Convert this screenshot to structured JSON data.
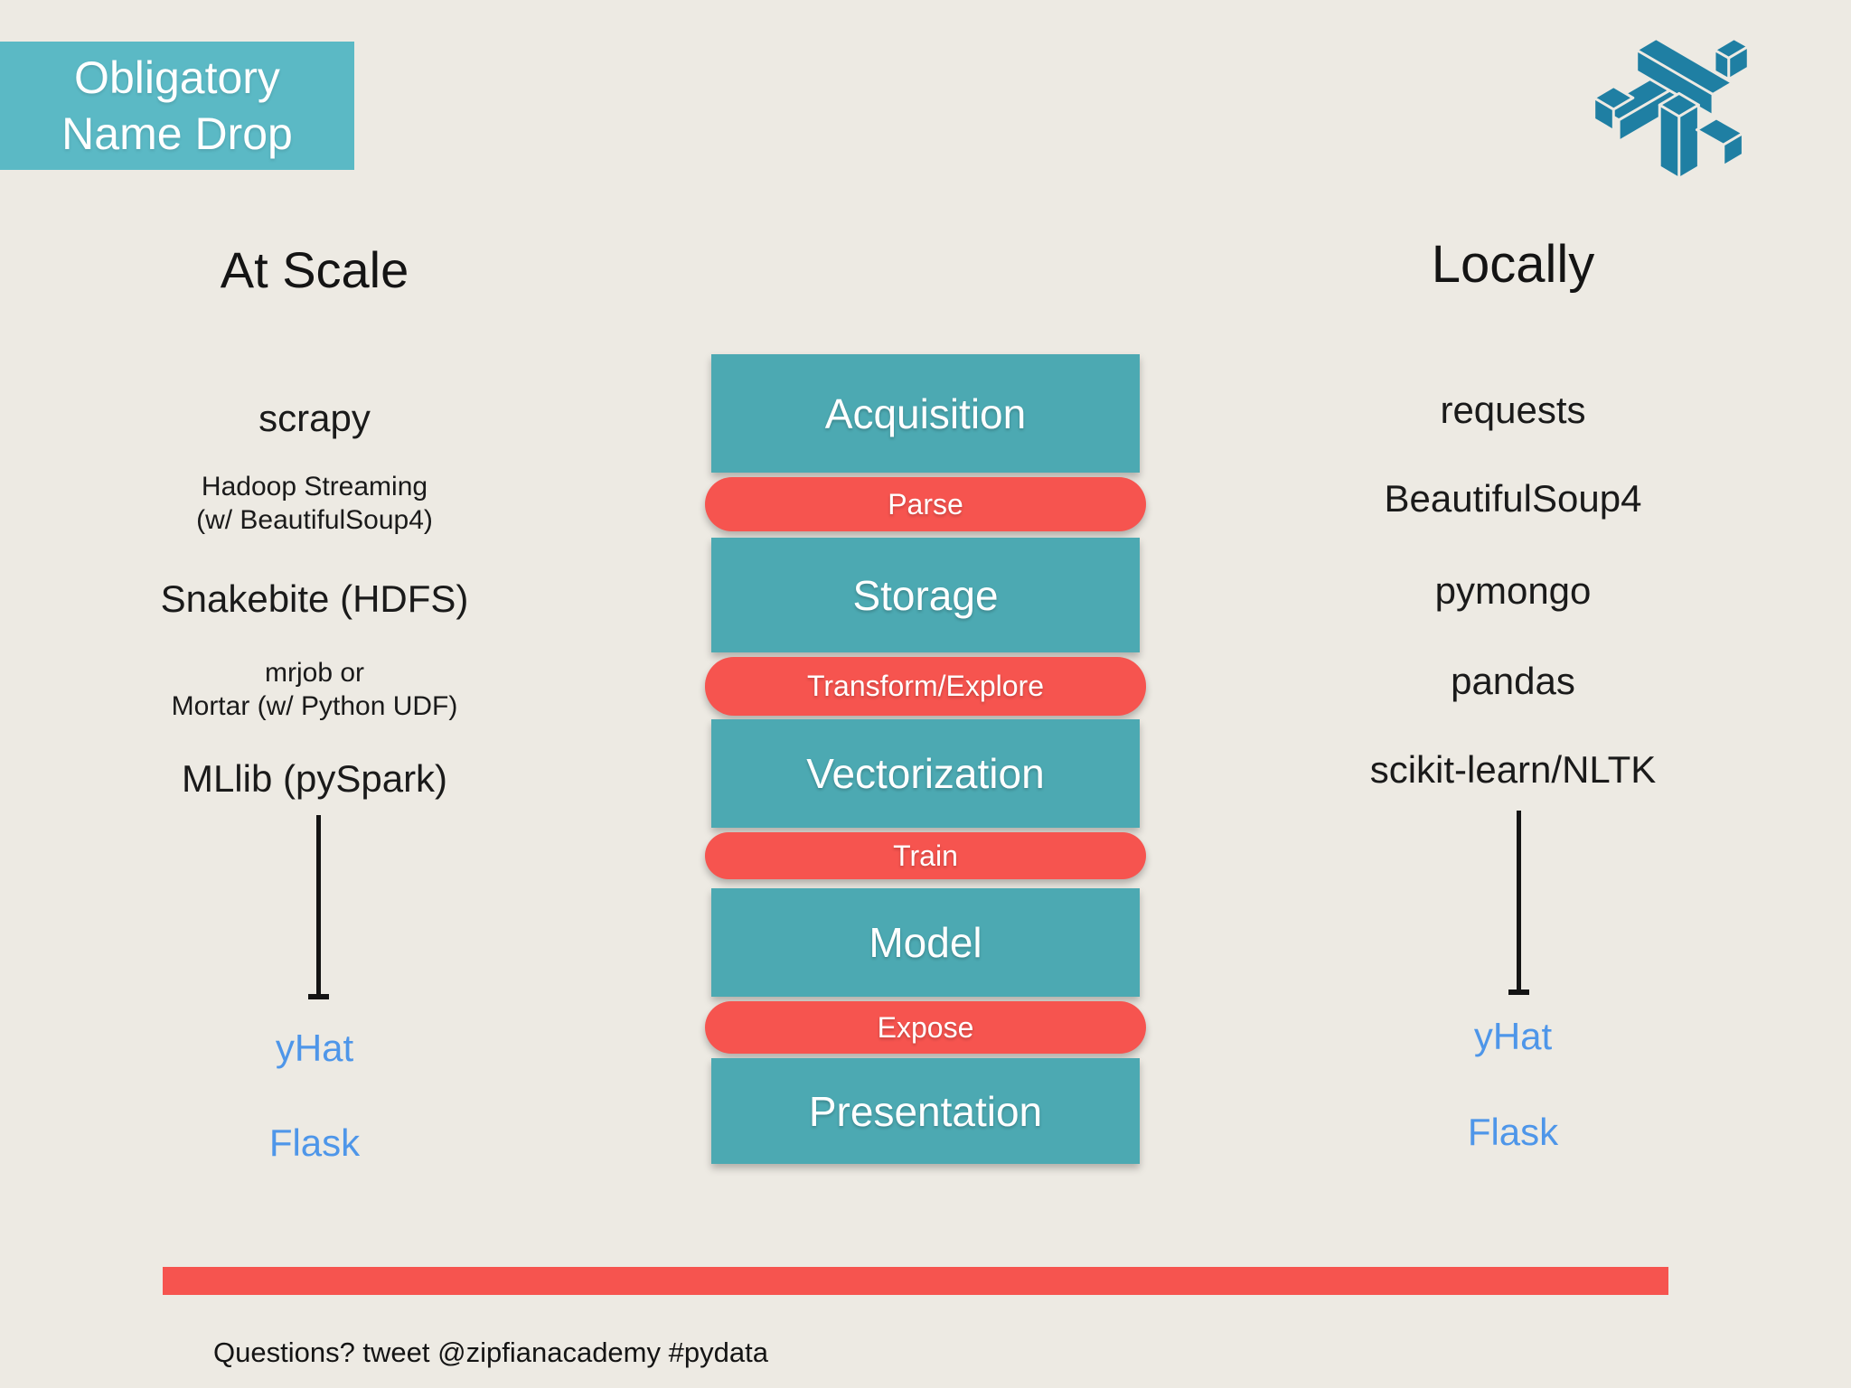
{
  "banner": {
    "line1": "Obligatory",
    "line2": "Name Drop"
  },
  "logo": {
    "icon": "zipfian-academy-knot-logo",
    "color": "#1F7FA3"
  },
  "left_column": {
    "heading": "At Scale",
    "items": {
      "scrapy": "scrapy",
      "hadoop_line1": "Hadoop Streaming",
      "hadoop_line2": "(w/ BeautifulSoup4)",
      "snakebite": "Snakebite (HDFS)",
      "mrjob_line1": "mrjob or",
      "mrjob_line2": "Mortar (w/ Python UDF)",
      "mllib": "MLlib (pySpark)",
      "yhat": "yHat",
      "flask": "Flask"
    }
  },
  "right_column": {
    "heading": "Locally",
    "items": {
      "requests": "requests",
      "beautifulsoup": "BeautifulSoup4",
      "pymongo": "pymongo",
      "pandas": "pandas",
      "scikit": "scikit-learn/NLTK",
      "yhat": "yHat",
      "flask": "Flask"
    }
  },
  "pipeline": {
    "stages": [
      {
        "label": "Acquisition",
        "kind": "stage"
      },
      {
        "label": "Parse",
        "kind": "step"
      },
      {
        "label": "Storage",
        "kind": "stage"
      },
      {
        "label": "Transform/Explore",
        "kind": "step"
      },
      {
        "label": "Vectorization",
        "kind": "stage"
      },
      {
        "label": "Train",
        "kind": "step"
      },
      {
        "label": "Model",
        "kind": "stage"
      },
      {
        "label": "Expose",
        "kind": "step"
      },
      {
        "label": "Presentation",
        "kind": "stage"
      }
    ]
  },
  "footer": {
    "text": "Questions? tweet @zipfianacademy #pydata"
  },
  "colors": {
    "background": "#EDEAE3",
    "banner_teal": "#5BB9C5",
    "stage_teal": "#4CA9B2",
    "step_red": "#F6544F",
    "link_blue": "#4E96E9",
    "logo_blue": "#1F7FA3",
    "bottom_bar_red": "#F6544F",
    "text_dark": "#1A1A1A"
  }
}
